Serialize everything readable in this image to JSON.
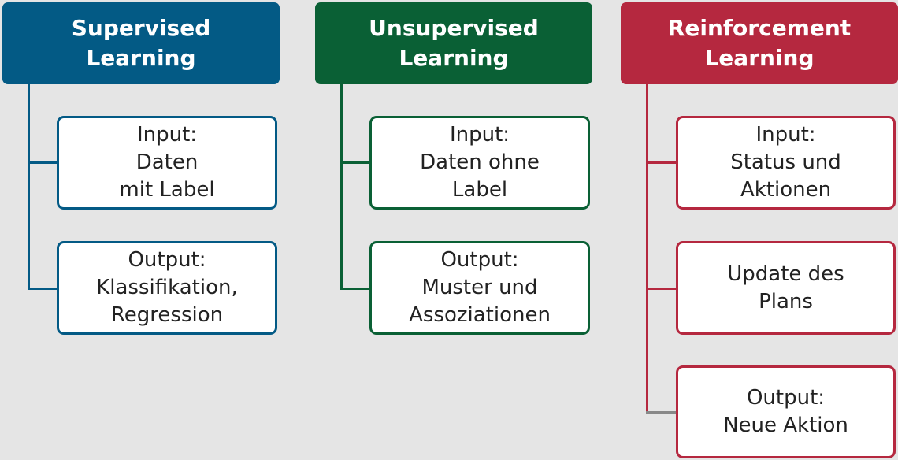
{
  "columns": [
    {
      "title": [
        "Supervised",
        "Learning"
      ],
      "color": "#035a85",
      "boxes": [
        [
          "Input:",
          "Daten",
          "mit Label"
        ],
        [
          "Output:",
          "Klassifikation,",
          "Regression"
        ]
      ]
    },
    {
      "title": [
        "Unsupervised",
        "Learning"
      ],
      "color": "#0a6035",
      "boxes": [
        [
          "Input:",
          "Daten ohne",
          "Label"
        ],
        [
          "Output:",
          "Muster und",
          "Assoziationen"
        ]
      ]
    },
    {
      "title": [
        "Reinforcement",
        "Learning"
      ],
      "color": "#b5283f",
      "boxes": [
        [
          "Input:",
          "Status und",
          "Aktionen"
        ],
        [
          "Update des",
          "Plans"
        ],
        [
          "Output:",
          "Neue Aktion"
        ]
      ]
    }
  ]
}
